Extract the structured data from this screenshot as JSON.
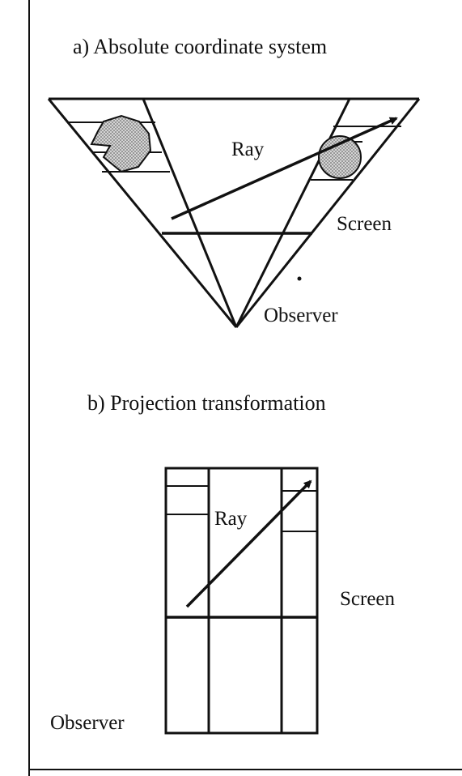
{
  "panel_a": {
    "title": "a) Absolute coordinate system",
    "ray_label": "Ray",
    "screen_label": "Screen",
    "observer_label": "Observer"
  },
  "panel_b": {
    "title": "b) Projection transformation",
    "ray_label": "Ray",
    "screen_label": "Screen",
    "observer_label": "Observer"
  },
  "colors": {
    "ink": "#111111",
    "stipple": "#9a9a9a",
    "background": "#ffffff"
  }
}
